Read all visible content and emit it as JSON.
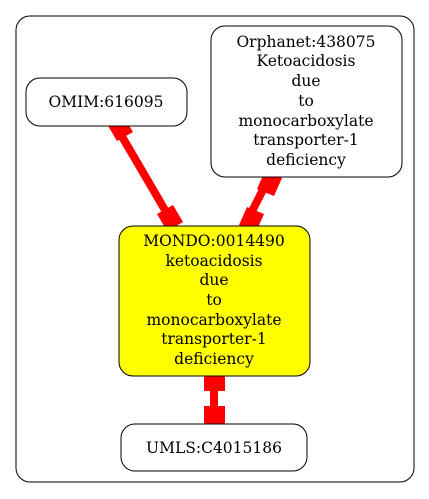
{
  "diagram": {
    "colors": {
      "edge": "#ff0000",
      "node_border": "#000000",
      "highlight_fill": "#ffff00",
      "node_fill": "#ffffff"
    },
    "nodes": {
      "omim": {
        "label": "OMIM:616095"
      },
      "orphanet": {
        "lines": [
          "Orphanet:438075",
          "Ketoacidosis",
          "due",
          "to",
          "monocarboxylate",
          "transporter-1",
          "deficiency"
        ]
      },
      "mondo": {
        "lines": [
          "MONDO:0014490",
          "ketoacidosis",
          "due",
          "to",
          "monocarboxylate",
          "transporter-1",
          "deficiency"
        ]
      },
      "umls": {
        "label": "UMLS:C4015186"
      }
    }
  }
}
